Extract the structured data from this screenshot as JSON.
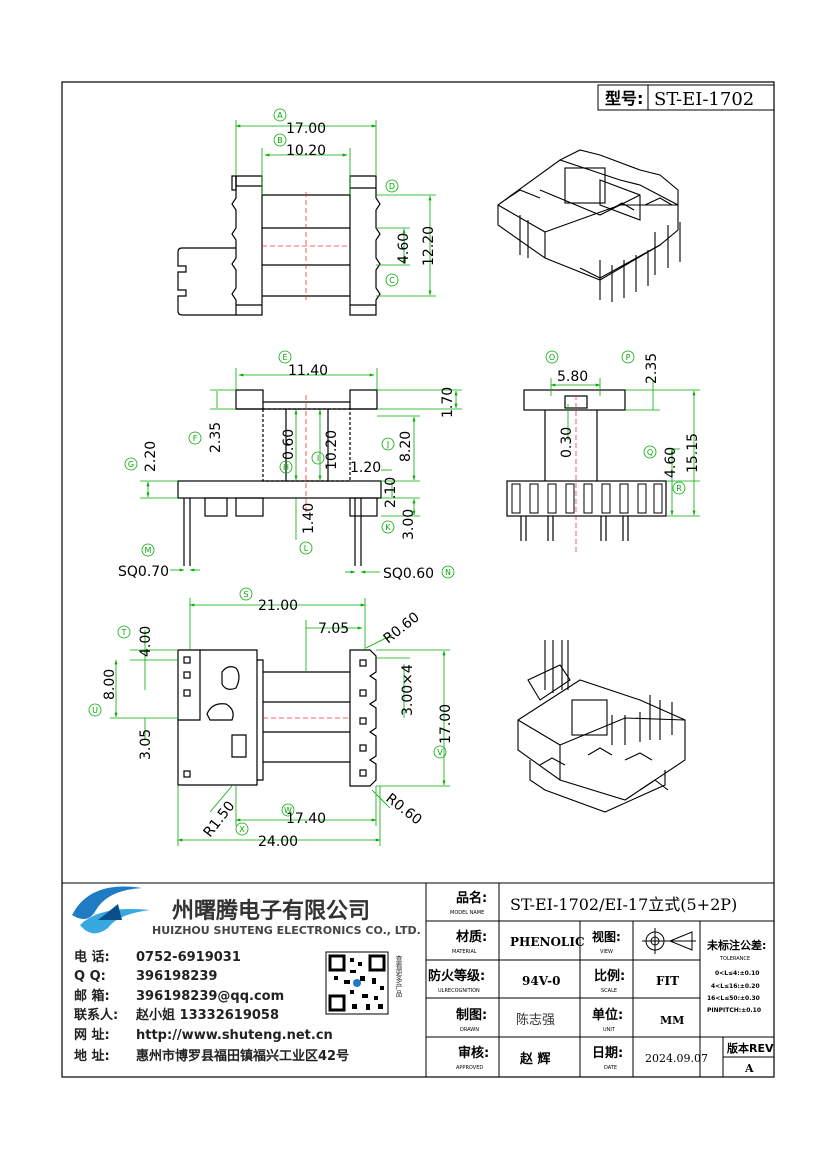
{
  "header": {
    "model_label": "型号:",
    "model_value": "ST-EI-1702"
  },
  "dims": {
    "top": {
      "a": "17.00",
      "b": "10.20",
      "c": "4.60",
      "d": "12.20"
    },
    "front": {
      "e": "11.40",
      "f": "1.70",
      "g": "2.35",
      "h": "0.60",
      "i": "10.20",
      "j": "8.20",
      "k": "2.20",
      "l": "1.20",
      "m": "2.10",
      "n": "1.40",
      "o": "3.00",
      "sq1": "SQ0.70",
      "sq2": "SQ0.60"
    },
    "side": {
      "a": "5.80",
      "b": "2.35",
      "c": "0.30",
      "d": "4.60",
      "e": "15.15"
    },
    "bottom": {
      "a": "21.00",
      "b": "7.05",
      "c": "R0.60",
      "d": "4.00",
      "e": "8.00",
      "f": "3.00×4",
      "g": "17.00",
      "h": "3.05",
      "i": "R1.50",
      "j": "17.40",
      "k": "R0.60",
      "l": "24.00"
    }
  },
  "balloons": {
    "A": "A",
    "B": "B",
    "C": "C",
    "D": "D",
    "E": "E",
    "F": "F",
    "G": "G",
    "H": "H",
    "I": "I",
    "J": "J",
    "K": "K",
    "L": "L",
    "M": "M",
    "N": "N",
    "O": "O",
    "P": "P",
    "Q": "Q",
    "R": "R",
    "S": "S",
    "T": "T",
    "U": "U",
    "V": "V",
    "W": "W",
    "X": "X"
  },
  "company": {
    "name_cn": "州曙腾电子有限公司",
    "name_en": "HUIZHOU SHUTENG ELECTRONICS CO., LTD.",
    "contacts": [
      {
        "label": "电  话:",
        "value": "0752-6919031"
      },
      {
        "label": "Q   Q:",
        "value": "396198239"
      },
      {
        "label": "邮  箱:",
        "value": "396198239@qq.com"
      },
      {
        "label": "联系人:",
        "value": "赵小姐 13332619058"
      },
      {
        "label": "网  址:",
        "value": "http://www.shuteng.net.cn"
      },
      {
        "label": "地  址:",
        "value": "惠州市博罗县福田镇福兴工业区42号"
      }
    ],
    "qr_caption": "查看更多产品"
  },
  "title_block": {
    "name_label": "品名:",
    "name_sub": "MODEL NAME",
    "name_value": "ST-EI-1702/EI-17立式(5+2P)",
    "material_label": "材质:",
    "material_sub": "MATERIAL",
    "material_value": "PHENOLIC",
    "view_label": "视图:",
    "view_sub": "VIEW",
    "tolerance_label": "未标注公差:",
    "tolerance_sub": "TOLERANCE",
    "tolerance_lines": [
      "0<L≤4:±0.10",
      "4<L≤16:±0.20",
      "16<L≤50:±0.30",
      "PINPITCH:±0.10"
    ],
    "flame_label": "防火等级:",
    "flame_sub": "ULRECOGNITION",
    "flame_value": "94V-0",
    "scale_label": "比例:",
    "scale_sub": "SCALE",
    "scale_value": "FIT",
    "drawn_label": "制图:",
    "drawn_sub": "DRAWN",
    "drawn_value": "陈志强",
    "unit_label": "单位:",
    "unit_sub": "UNIT",
    "unit_value": "MM",
    "approved_label": "审核:",
    "approved_sub": "APPROVED",
    "approved_value": "赵  辉",
    "date_label": "日期:",
    "date_sub": "DATE",
    "date_value": "2024.09.07",
    "rev_label": "版本REV",
    "rev_value": "A"
  }
}
